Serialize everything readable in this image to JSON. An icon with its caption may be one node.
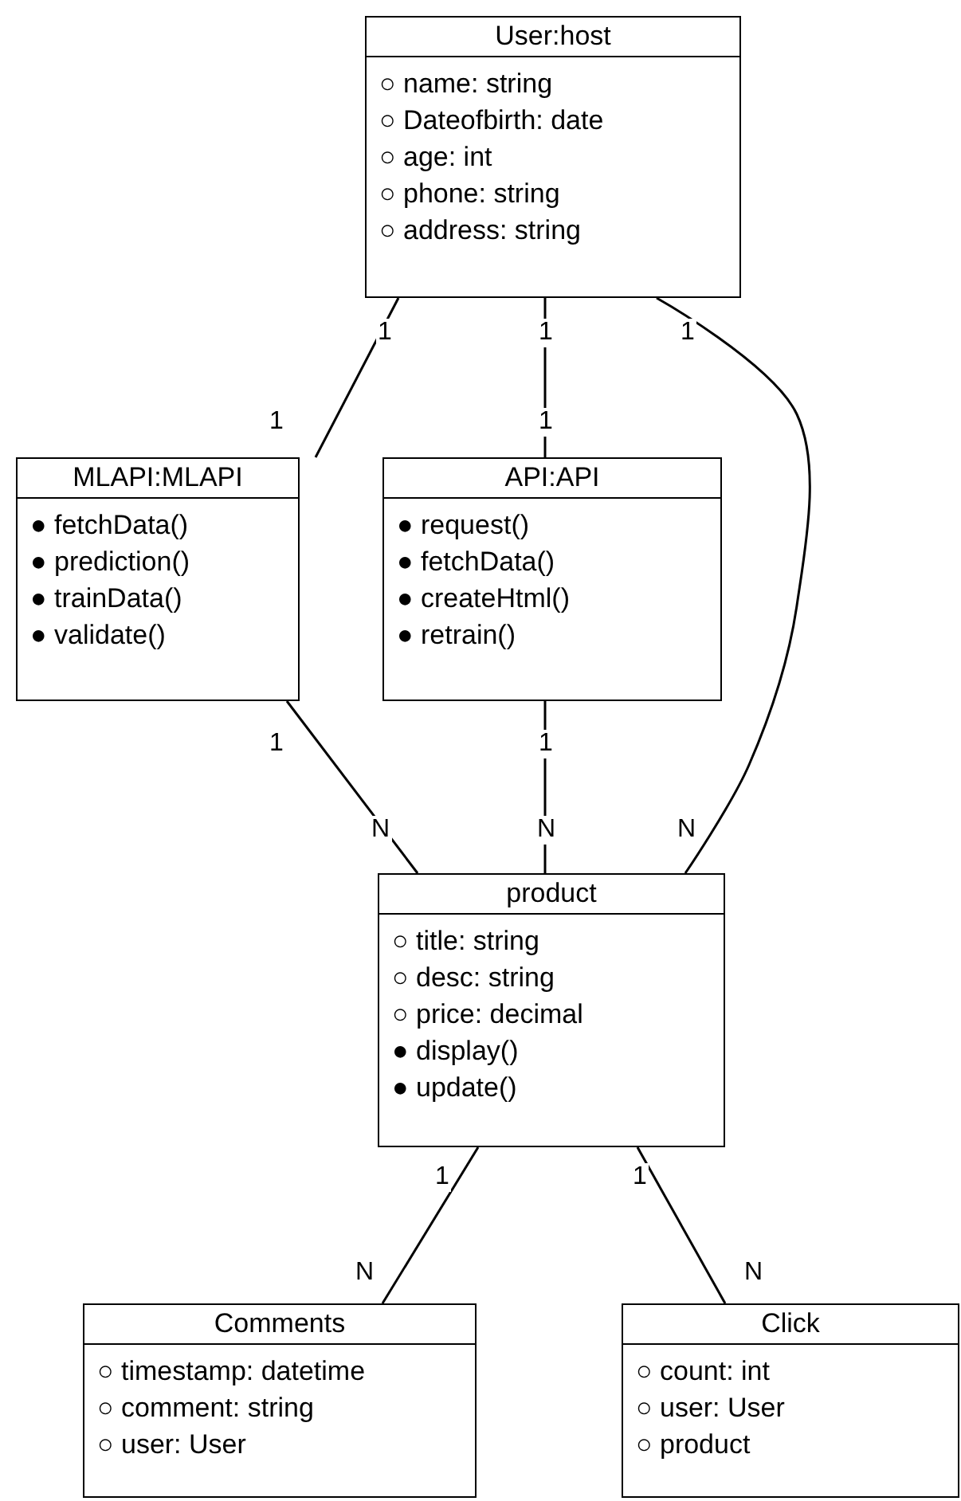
{
  "diagram": {
    "nodes": [
      {
        "text": [
          "User:host",
          "○ name: string",
          "○ Dateofbirth: date",
          "○ age: int",
          "○ phone: string",
          "○ address: string"
        ]
      },
      {
        "text": [
          "MLAPI:MLAPI",
          "● fetchData()",
          "● prediction()",
          "● trainData()",
          "● validate()"
        ]
      },
      {
        "text": [
          "API:API",
          "● request()",
          "● fetchData()",
          "● createHtml()",
          "● retrain()"
        ]
      },
      {
        "text": [
          "product",
          "○ title: string",
          "○ desc: string",
          "○ price: decimal",
          "● display()",
          "● update()"
        ]
      },
      {
        "text": [
          "Comments",
          "○ timestamp: datetime",
          "○ comment: string",
          "○ user: User"
        ]
      },
      {
        "text": [
          "Click",
          "○ count: int",
          "○ user: User",
          "○ product"
        ]
      }
    ],
    "edges": [
      {
        "from": 0,
        "to": 1,
        "arrow": "none"
      },
      {
        "from": 0,
        "to": 2,
        "arrow": "none"
      },
      {
        "from": 0,
        "to": 3,
        "arrow": "none"
      },
      {
        "from": 1,
        "to": 3,
        "arrow": "none"
      },
      {
        "from": 2,
        "to": 3,
        "arrow": "none"
      },
      {
        "from": 3,
        "to": 4,
        "arrow": "none"
      },
      {
        "from": 3,
        "to": 5,
        "arrow": "none"
      }
    ],
    "labels": [
      "1",
      "1",
      "1",
      "1",
      "1",
      "1",
      "1",
      "N",
      "N",
      "N",
      "1",
      "1",
      "N",
      "N"
    ]
  }
}
